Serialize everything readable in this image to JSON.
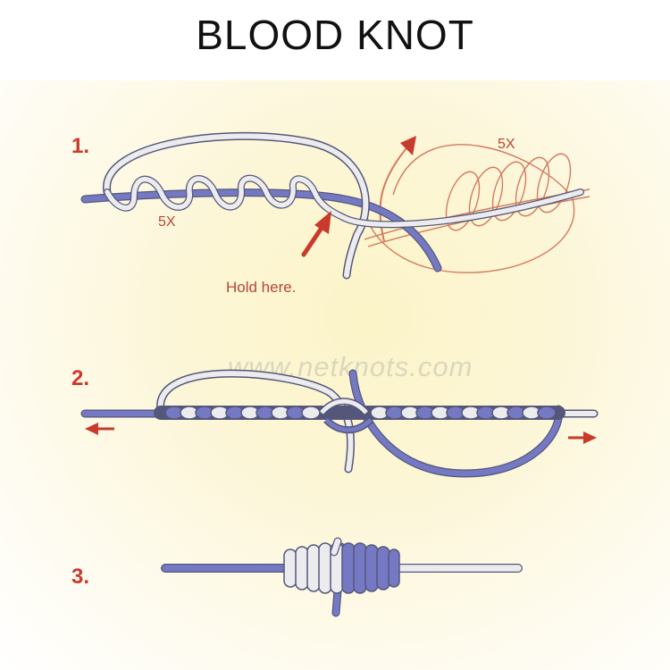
{
  "title": "BLOOD KNOT",
  "steps": [
    {
      "number": "1."
    },
    {
      "number": "2."
    },
    {
      "number": "3."
    }
  ],
  "step1": {
    "wraps_left_label": "5X",
    "wraps_right_label": "5X",
    "hold_label": "Hold here."
  },
  "watermark": "www.netknots.com",
  "colors": {
    "blue_line": "#7579c4",
    "white_line": "#e8e8ea",
    "line_outline": "#55577a",
    "accent_red": "#c83a2c",
    "thin_red": "#d37a5f"
  }
}
